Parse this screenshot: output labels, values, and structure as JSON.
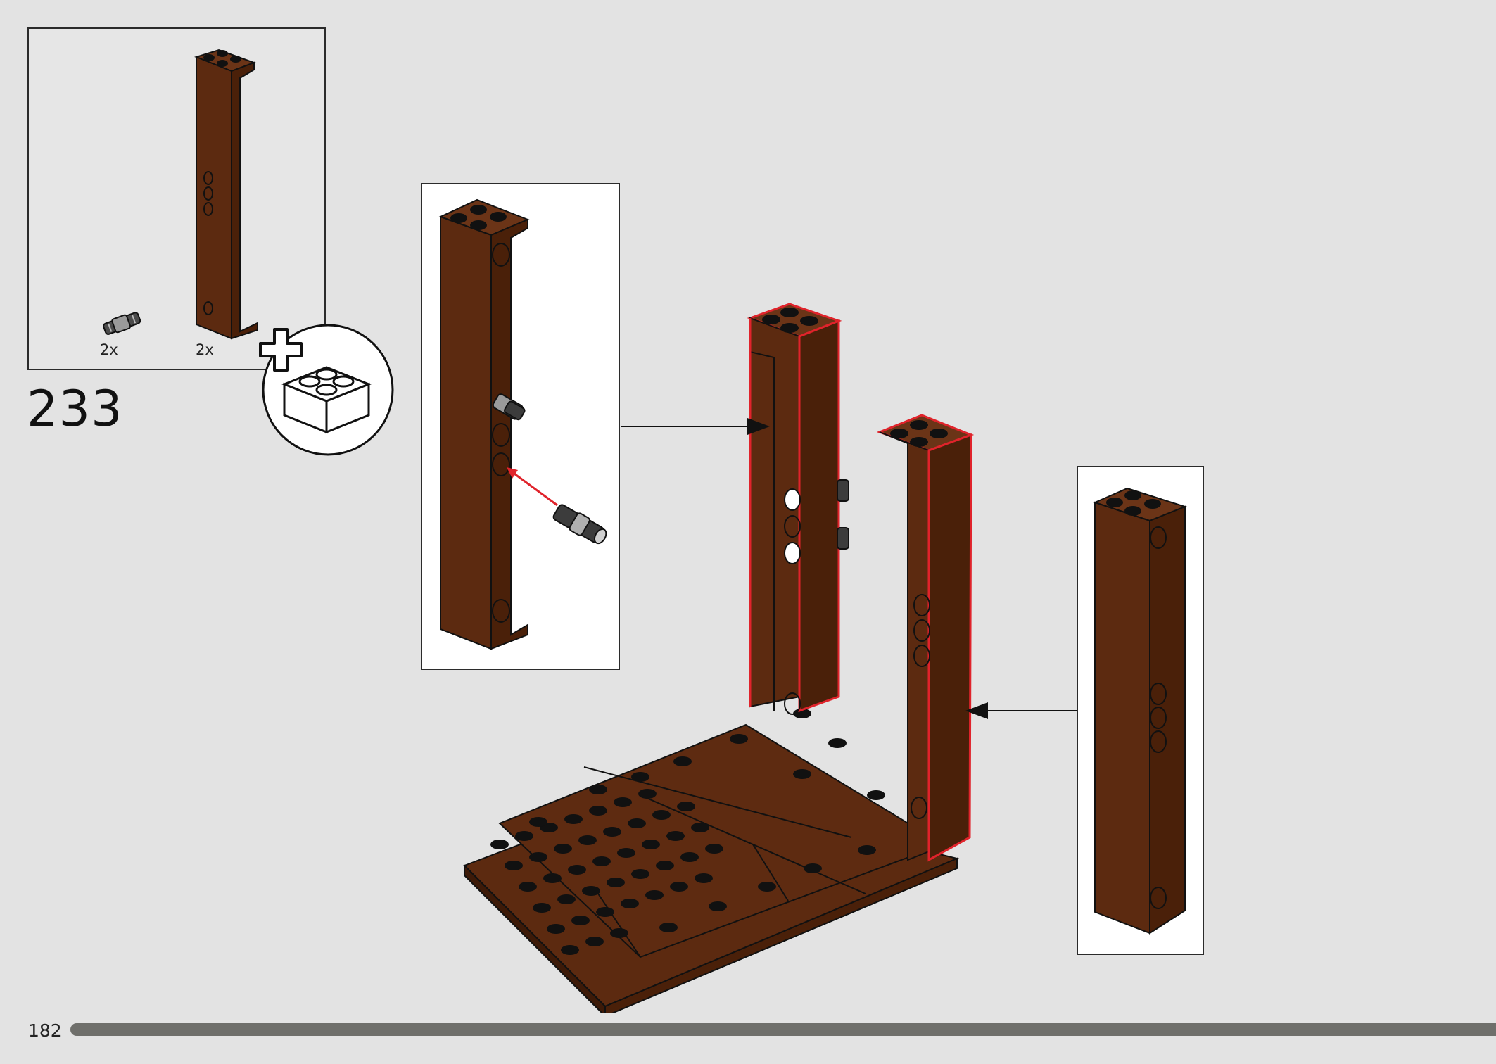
{
  "step": {
    "number": "233"
  },
  "parts_list": [
    {
      "name": "connector-pin",
      "quantity": "2x"
    },
    {
      "name": "brown-column-brick",
      "quantity": "2x"
    }
  ],
  "callout_icon": "add-brick-icon",
  "page": {
    "number": "182"
  },
  "progress": {
    "percent": 100
  },
  "colors": {
    "background": "#e3e3e3",
    "brick_brown": "#5c2a10",
    "brick_dark": "#3d1a08",
    "highlight_red": "#e0232b",
    "progress_bar": "#6f6f6b"
  }
}
